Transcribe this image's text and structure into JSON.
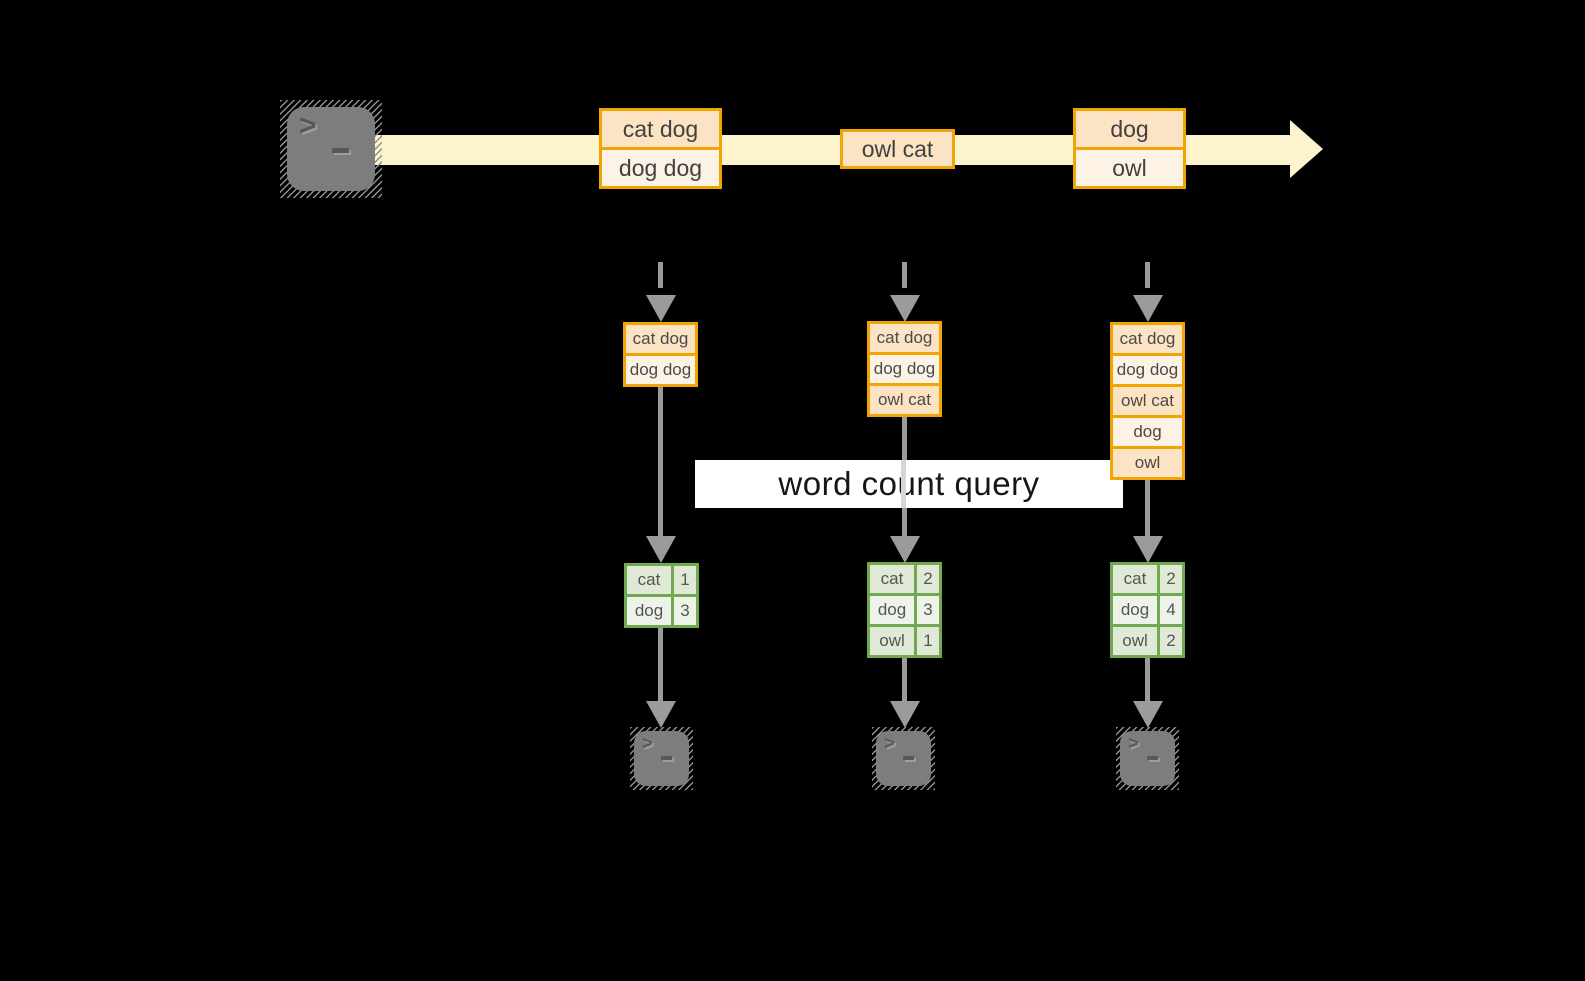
{
  "banner": {
    "label": "word count query"
  },
  "stream": {
    "events": [
      {
        "lines": [
          "cat dog",
          "dog dog"
        ]
      },
      {
        "lines": [
          "owl cat"
        ]
      },
      {
        "lines": [
          "dog",
          "owl"
        ]
      }
    ]
  },
  "columns": [
    {
      "buffer": [
        "cat dog",
        "dog dog"
      ],
      "counts": [
        {
          "word": "cat",
          "count": "1"
        },
        {
          "word": "dog",
          "count": "3"
        }
      ]
    },
    {
      "buffer": [
        "cat dog",
        "dog dog",
        "owl cat"
      ],
      "counts": [
        {
          "word": "cat",
          "count": "2"
        },
        {
          "word": "dog",
          "count": "3"
        },
        {
          "word": "owl",
          "count": "1"
        }
      ]
    },
    {
      "buffer": [
        "cat dog",
        "dog dog",
        "owl cat",
        "dog",
        "owl"
      ],
      "counts": [
        {
          "word": "cat",
          "count": "2"
        },
        {
          "word": "dog",
          "count": "4"
        },
        {
          "word": "owl",
          "count": "2"
        }
      ]
    }
  ],
  "icons": {
    "source": "terminal-icon",
    "outputs": [
      "terminal-icon",
      "terminal-icon",
      "terminal-icon"
    ]
  },
  "colors": {
    "background": "#000000",
    "stream_band": "#fdf3cc",
    "event_border": "#f0a505",
    "event_fill_dark": "#fbe3c4",
    "event_fill_light": "#fdf3e4",
    "table_border": "#70a94f",
    "table_fill_dark": "#dfe9d5",
    "table_fill_light": "#eef3e9",
    "connector_gray": "#9b9b9b",
    "terminal_gray": "#7d7d7d",
    "banner_bg": "#ffffff"
  }
}
